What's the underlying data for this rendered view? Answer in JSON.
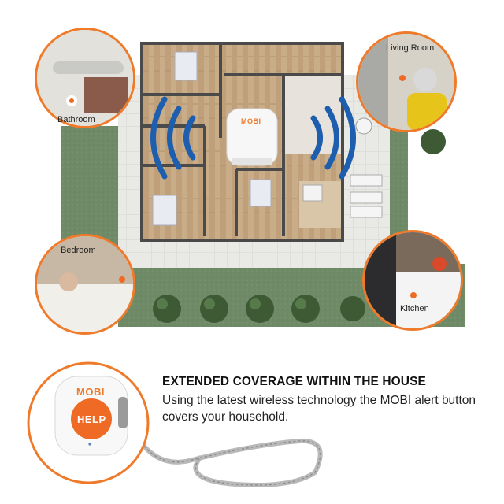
{
  "rooms": {
    "bathroom": "Bathroom",
    "living_room": "Living Room",
    "bedroom": "Bedroom",
    "kitchen": "Kitchen"
  },
  "hub": {
    "brand": "MOBI"
  },
  "button": {
    "brand": "MOBI",
    "label": "HELP"
  },
  "heading": "EXTENDED COVERAGE WITHIN THE HOUSE",
  "description": "Using the latest wireless technology the MOBI alert button covers your household.",
  "colors": {
    "accent": "#ef7a2a",
    "signal": "#1d5fae",
    "lawn": "#6f8a67"
  }
}
